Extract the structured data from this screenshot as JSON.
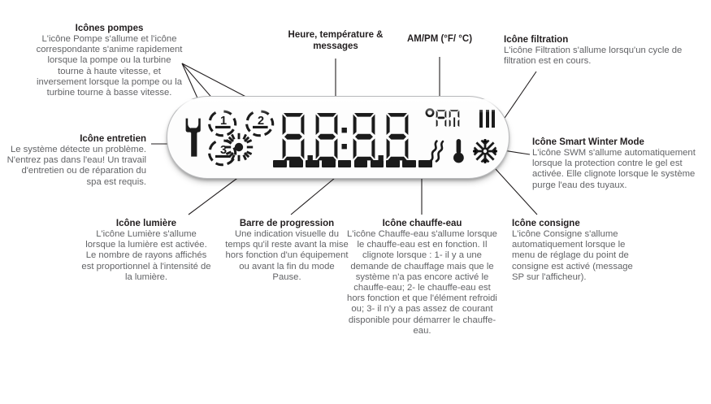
{
  "diagram": {
    "title": "Spa control panel LCD display — annotated (French)",
    "background": "#ffffff",
    "text_color": "#626366",
    "heading_color": "#231f20",
    "lcd": {
      "shell_color": "#fdfdfd",
      "border_color": "#b9babc",
      "segment_color": "#1b1b1b",
      "digits": "8.8:8.8",
      "ampm_label": "°AM",
      "filtration_bars": 3,
      "progress_segments": 10,
      "pump_icons": [
        "1",
        "2",
        "3"
      ],
      "icons": [
        "wrench-icon",
        "pump-1-icon",
        "pump-2-icon",
        "pump-3-icon",
        "light-sun-icon",
        "degree-am-icon",
        "filtration-icon",
        "heater-waves-icon",
        "setpoint-thermometer-icon",
        "smart-winter-mode-snowflake-icon",
        "progress-bar-icon"
      ]
    }
  },
  "callouts": {
    "pumps": {
      "title": "Icônes pompes",
      "body": "L'icône Pompe s'allume et l'icône correspondante s'anime rapidement lorsque la pompe ou la turbine tourne à haute vitesse, et inversement lorsque la pompe ou la turbine tourne à basse vitesse."
    },
    "time": {
      "title": "Heure, température & messages"
    },
    "ampm": {
      "title": "AM/PM (°F/ °C)"
    },
    "filtration": {
      "title": "Icône filtration",
      "body": "L'icône Filtration s'allume lorsqu'un cycle de filtration est en cours."
    },
    "maintenance": {
      "title": "Icône entretien",
      "body": "Le système détecte un problème. N'entrez pas dans l'eau! Un travail d'entretien ou de réparation du spa est requis."
    },
    "swm": {
      "title": "Icône Smart Winter Mode",
      "body": "L'icône SWM s'allume automatiquement lorsque la protection contre le gel est activée. Elle clignote lorsque le système purge l'eau des tuyaux."
    },
    "light": {
      "title": "Icône lumière",
      "body": "L'icône Lumière s'allume lorsque la lumière est activée. Le nombre de rayons affichés est proportionnel à l'intensité de la lumière."
    },
    "progress": {
      "title": "Barre de progression",
      "body": "Une indication visuelle du temps qu'il reste avant la mise hors fonction d'un équipement ou avant la fin du mode Pause."
    },
    "heater": {
      "title": "Icône chauffe-eau",
      "body": "L'icône Chauffe-eau s'allume lorsque le chauffe-eau est en fonction. Il clignote lorsque : 1- il y a une demande de chauffage mais que le système n'a pas encore activé le chauffe-eau; 2- le chauffe-eau est hors fonction et que l'élément refroidi ou; 3- il n'y a pas assez de courant disponible pour démarrer le chauffe-eau."
    },
    "setpoint": {
      "title": "Icône consigne",
      "body": "L'icône Consigne s'allume automatiquement lorsque le menu de réglage du point de consigne est activé (message SP sur l'afficheur)."
    }
  }
}
